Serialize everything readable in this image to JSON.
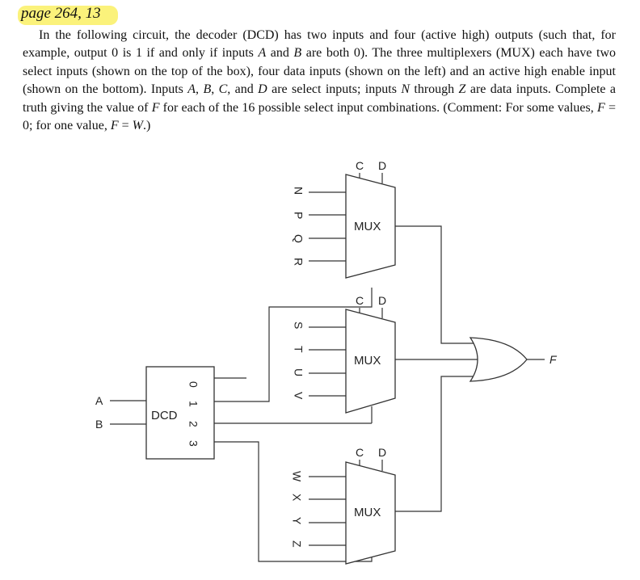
{
  "header": {
    "page_ref": "page 264, 13",
    "text_parts": [
      "In the following circuit, the decoder (DCD) has two inputs and four (active high) outputs (such that, for example, output 0 is 1 if and only if inputs ",
      "A",
      " and ",
      "B",
      " are both 0). The three multiplexers (MUX) each have two select inputs (shown on the top of the box), four data inputs (shown on the left) and an active high enable input (shown on the bottom). Inputs ",
      "A",
      ", ",
      "B",
      ", ",
      "C",
      ", and ",
      "D",
      " are select inputs; inputs ",
      "N",
      " through ",
      "Z",
      " are data inputs. Complete a truth giving the value of ",
      "F",
      " for each of the 16 possible select input combinations. (Comment: For some values, ",
      "F",
      " = 0; for one value, ",
      "F",
      " = ",
      "W",
      ".)"
    ]
  },
  "circuit": {
    "decoder": {
      "label": "DCD",
      "inputs": [
        "A",
        "B"
      ],
      "outputs": [
        "0",
        "1",
        "2",
        "3"
      ]
    },
    "muxes": [
      {
        "label": "MUX",
        "select": [
          "C",
          "D"
        ],
        "data": [
          "N",
          "P",
          "Q",
          "R"
        ]
      },
      {
        "label": "MUX",
        "select": [
          "C",
          "D"
        ],
        "data": [
          "S",
          "T",
          "U",
          "V"
        ]
      },
      {
        "label": "MUX",
        "select": [
          "C",
          "D"
        ],
        "data": [
          "W",
          "X",
          "Y",
          "Z"
        ]
      }
    ],
    "output": "F"
  }
}
